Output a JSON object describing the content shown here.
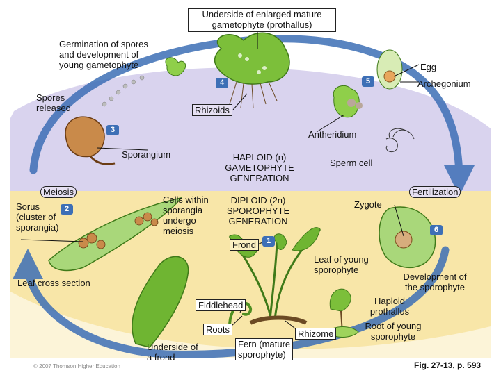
{
  "labels": {
    "underside_prothallus": "Underside of enlarged mature\ngametophyte (prothallus)",
    "germination": "Germination of spores\nand development of\nyoung gametophyte",
    "egg": "Egg",
    "archegonium": "Archegonium",
    "spores_released": "Spores\nreleased",
    "rhizoids": "Rhizoids",
    "antheridium": "Antheridium",
    "sporangium": "Sporangium",
    "haploid_generation": "HAPLOID (n)\nGAMETOPHYTE\nGENERATION",
    "sperm_cell": "Sperm cell",
    "meiosis": "Meiosis",
    "fertilization": "Fertilization",
    "sorus": "Sorus\n(cluster of\nsporangia)",
    "cells_within": "Cells within\nsporangia\nundergo\nmeiosis",
    "diploid_generation": "DIPLOID (2n)\nSPOROPHYTE\nGENERATION",
    "zygote": "Zygote",
    "frond": "Frond",
    "leaf_young_sporophyte": "Leaf of young\nsporophyte",
    "development_sporophyte": "Development of\nthe sporophyte",
    "leaf_cross_section": "Leaf cross section",
    "haploid_prothallus": "Haploid\nprothallus",
    "fiddlehead": "Fiddlehead",
    "root_young_sporophyte": "Root of young\nsporophyte",
    "roots": "Roots",
    "rhizome": "Rhizome",
    "underside_frond": "Underside of\na frond",
    "fern_mature": "Fern (mature\nsporophyte)",
    "copyright": "© 2007 Thomson Higher Education",
    "fig_caption": "Fig. 27-13, p. 593"
  },
  "steps": [
    "1",
    "2",
    "3",
    "4",
    "5",
    "6"
  ],
  "colors": {
    "haploid_bg": "#d9d3ee",
    "diploid_bg": "#f8e6a8",
    "arrow": "#3d6fb6",
    "plant_green": "#7cbf3a"
  }
}
